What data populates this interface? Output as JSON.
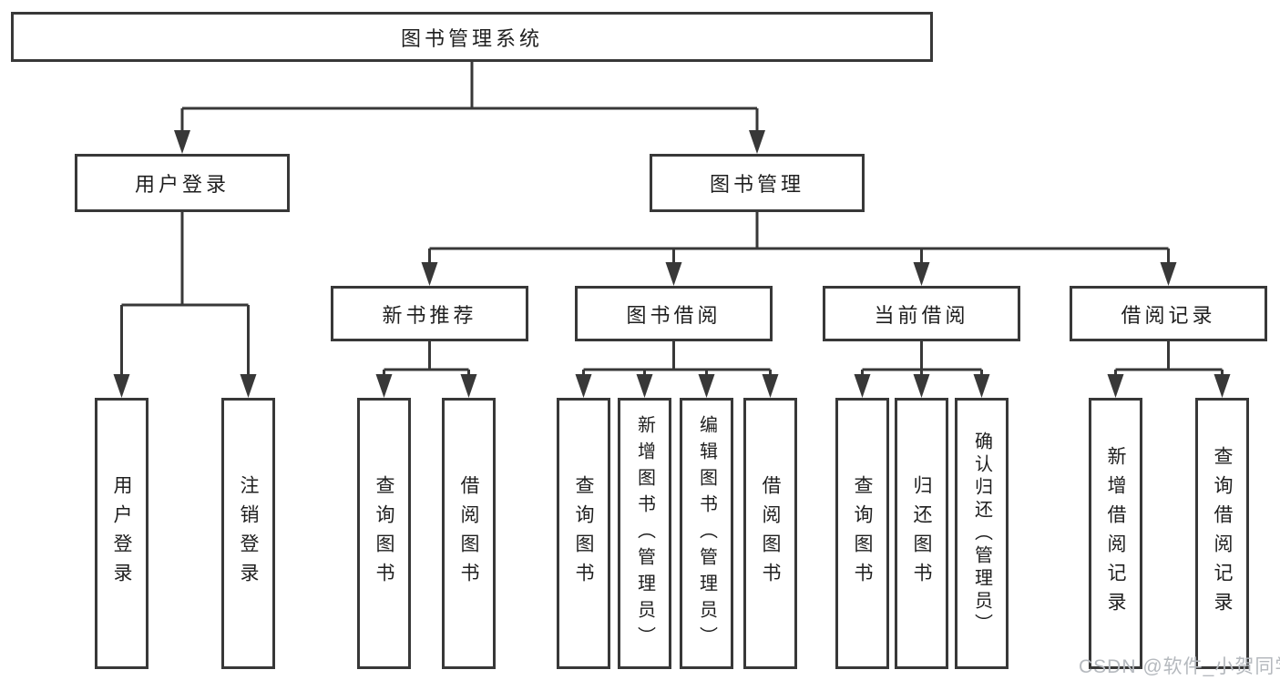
{
  "tree": {
    "root": {
      "label": "图书管理系统",
      "children": [
        {
          "label": "用户登录",
          "children": [
            {
              "label": "用户登录"
            },
            {
              "label": "注销登录"
            }
          ]
        },
        {
          "label": "图书管理",
          "children": [
            {
              "label": "新书推荐",
              "children": [
                {
                  "label": "查询图书"
                },
                {
                  "label": "借阅图书"
                }
              ]
            },
            {
              "label": "图书借阅",
              "children": [
                {
                  "label": "查询图书"
                },
                {
                  "label": "新增图书（管理员）"
                },
                {
                  "label": "编辑图书（管理员）"
                },
                {
                  "label": "借阅图书"
                }
              ]
            },
            {
              "label": "当前借阅",
              "children": [
                {
                  "label": "查询图书"
                },
                {
                  "label": "归还图书"
                },
                {
                  "label": "确认归还（管理员）"
                }
              ]
            },
            {
              "label": "借阅记录",
              "children": [
                {
                  "label": "新增借阅记录"
                },
                {
                  "label": "查询借阅记录"
                }
              ]
            }
          ]
        }
      ]
    }
  },
  "watermark": {
    "text": "CSDN @软件_小贺同学"
  },
  "colors": {
    "line": "#383838",
    "text": "#1f1f1f",
    "background": "#ffffff",
    "watermark": "#b5b9be"
  }
}
